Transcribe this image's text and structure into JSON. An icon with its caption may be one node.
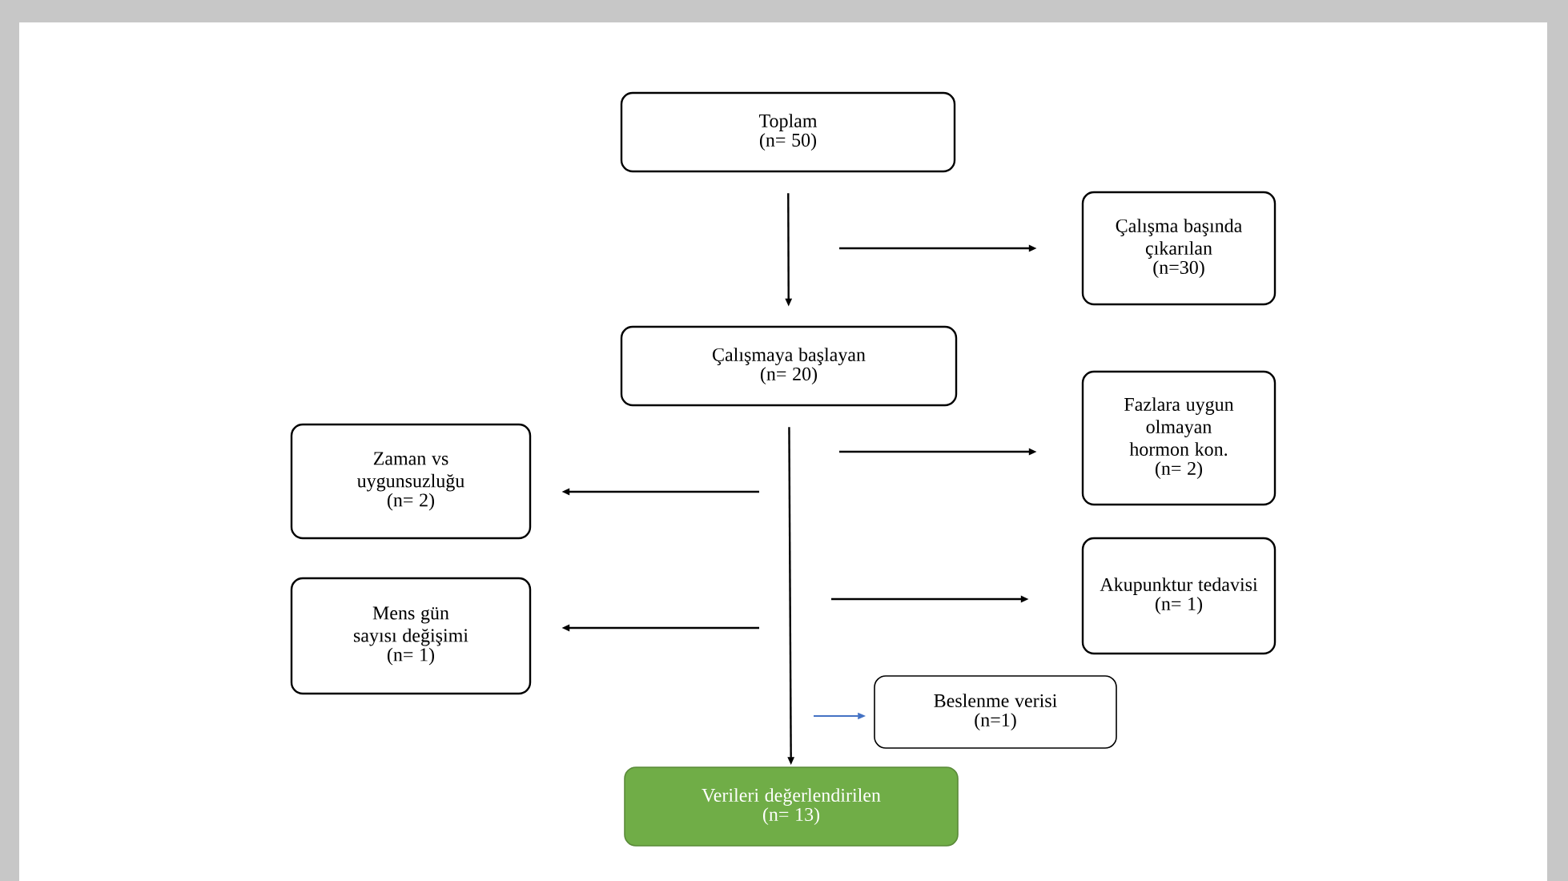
{
  "diagram": {
    "nodes": [
      {
        "text": [
          "Toplam",
          "(n= 50)"
        ]
      },
      {
        "text": [
          "Çalışma başında çıkarılan",
          "(n=30)"
        ]
      },
      {
        "text": [
          "Çalışmaya başlayan",
          "(n= 20)"
        ]
      },
      {
        "text": [
          "Fazlara uygun olmayan hormon kon.",
          "(n= 2)"
        ]
      },
      {
        "text": [
          "Zaman vs uygunsuzluğu",
          "(n= 2)"
        ]
      },
      {
        "text": [
          "Akupunktur tedavisi",
          "(n= 1)"
        ]
      },
      {
        "text": [
          "Mens gün sayısı değişimi",
          "(n= 1)"
        ]
      },
      {
        "text": [
          "Beslenme verisi",
          "(n=1)"
        ]
      },
      {
        "text": [
          "Verileri değerlendirilen",
          "(n= 13)"
        ]
      }
    ],
    "edges": [
      {
        "from": 0,
        "to": 2,
        "arrow": "to"
      },
      {
        "from": null,
        "to": 1,
        "arrow": "to"
      },
      {
        "from": 2,
        "to": 8,
        "arrow": "to"
      },
      {
        "from": null,
        "to": 3,
        "arrow": "to"
      },
      {
        "from": null,
        "to": 4,
        "arrow": "to"
      },
      {
        "from": null,
        "to": 5,
        "arrow": "to"
      },
      {
        "from": null,
        "to": 6,
        "arrow": "to"
      },
      {
        "from": null,
        "to": 7,
        "arrow": "to",
        "color": "#4472c4"
      }
    ]
  }
}
